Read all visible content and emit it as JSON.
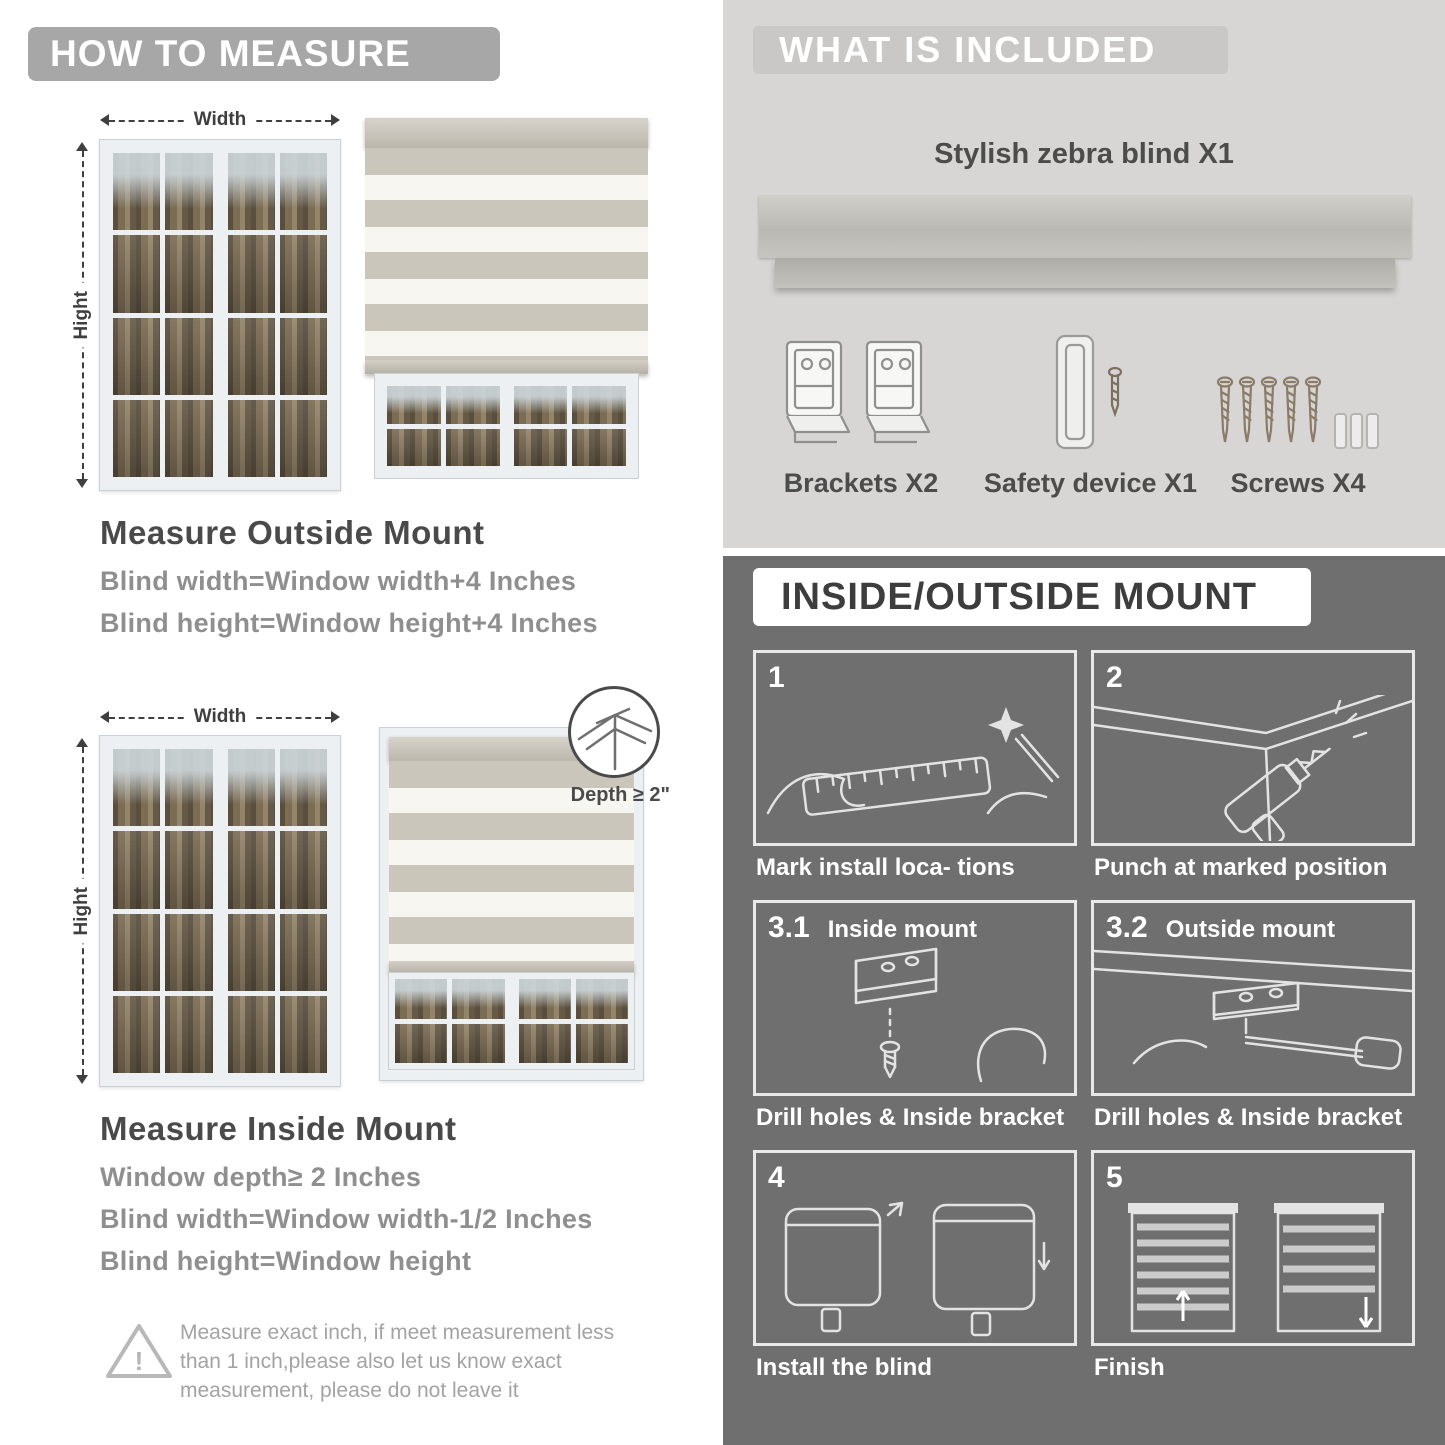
{
  "colors": {
    "left_banner": "#a7a7a7",
    "included_bg": "#d7d6d4",
    "included_banner": "#c9c8c6",
    "mount_bg": "#6f6f6f",
    "heading_text": "#4a4a4a",
    "sub_text": "#8f8f8f"
  },
  "measure": {
    "header": "HOW TO MEASURE",
    "width_label": "Width",
    "height_label": "Hight",
    "outside": {
      "title": "Measure Outside Mount",
      "lines": [
        "Blind width=Window width+4 Inches",
        "Blind height=Window height+4 Inches"
      ]
    },
    "inside": {
      "title": "Measure Inside Mount",
      "depth_callout": "Depth ≥ 2\"",
      "lines": [
        "Window depth≥ 2 Inches",
        "Blind width=Window width-1/2 Inches",
        "Blind height=Window height"
      ]
    },
    "warning": {
      "mark": "!",
      "text": "Measure exact inch, if meet measurement less than 1 inch,please also let us know exact measurement, please do not leave it"
    }
  },
  "included": {
    "header": "WHAT IS INCLUDED",
    "product": "Stylish zebra blind X1",
    "items": [
      {
        "name": "brackets",
        "label": "Brackets X2"
      },
      {
        "name": "safety-device",
        "label": "Safety device X1"
      },
      {
        "name": "screws",
        "label": "Screws X4"
      }
    ]
  },
  "mount": {
    "header": "INSIDE/OUTSIDE MOUNT",
    "steps": [
      {
        "num": "1",
        "sub": "",
        "caption": "Mark install loca- tions"
      },
      {
        "num": "2",
        "sub": "",
        "caption": "Punch at  marked position"
      },
      {
        "num": "3.1",
        "sub": "Inside mount",
        "caption": "Drill holes &  Inside bracket"
      },
      {
        "num": "3.2",
        "sub": "Outside mount",
        "caption": "Drill holes &  Inside bracket"
      },
      {
        "num": "4",
        "sub": "",
        "caption": "Install the blind"
      },
      {
        "num": "5",
        "sub": "",
        "caption": "Finish"
      }
    ]
  }
}
